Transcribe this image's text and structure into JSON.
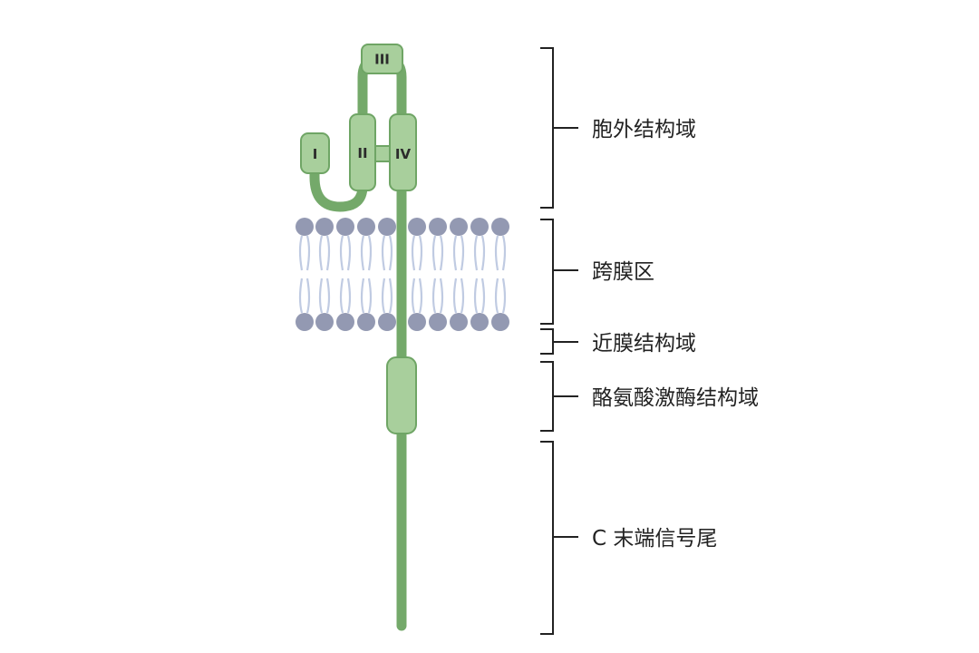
{
  "colors": {
    "strand": "#74a96a",
    "domain_fill": "#a8cf9c",
    "domain_stroke": "#6fa565",
    "lipid_head": "#9399b2",
    "lipid_tail": "#c0cbe2",
    "bracket": "#222222",
    "text": "#222222"
  },
  "domains": [
    {
      "id": "I",
      "label": "I"
    },
    {
      "id": "II",
      "label": "II"
    },
    {
      "id": "III",
      "label": "III"
    },
    {
      "id": "IV",
      "label": "IV"
    }
  ],
  "regions": [
    {
      "key": "extracellular",
      "label": "胞外结构域"
    },
    {
      "key": "transmembrane",
      "label": "跨膜区"
    },
    {
      "key": "juxtamembrane",
      "label": "近膜结构域"
    },
    {
      "key": "kinase",
      "label": "酪氨酸激酶结构域"
    },
    {
      "key": "c_tail",
      "label": "C 末端信号尾"
    }
  ]
}
